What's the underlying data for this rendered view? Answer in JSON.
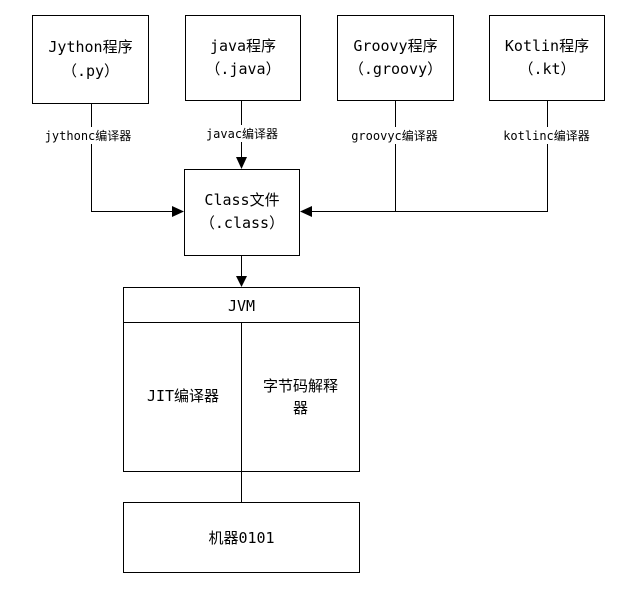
{
  "sources": [
    {
      "name": "Jython程序",
      "ext": "（.py）",
      "compiler": "jythonc编译器"
    },
    {
      "name": "java程序",
      "ext": "（.java）",
      "compiler": "javac编译器"
    },
    {
      "name": "Groovy程序",
      "ext": "（.groovy）",
      "compiler": "groovyc编译器"
    },
    {
      "name": "Kotlin程序",
      "ext": "（.kt）",
      "compiler": "kotlinc编译器"
    }
  ],
  "class_file": {
    "name": "Class文件",
    "ext": "（.class）"
  },
  "jvm": {
    "title": "JVM",
    "jit": "JIT编译器",
    "interpreter_line1": "字节码解释",
    "interpreter_line2": "器"
  },
  "machine": "机器0101"
}
